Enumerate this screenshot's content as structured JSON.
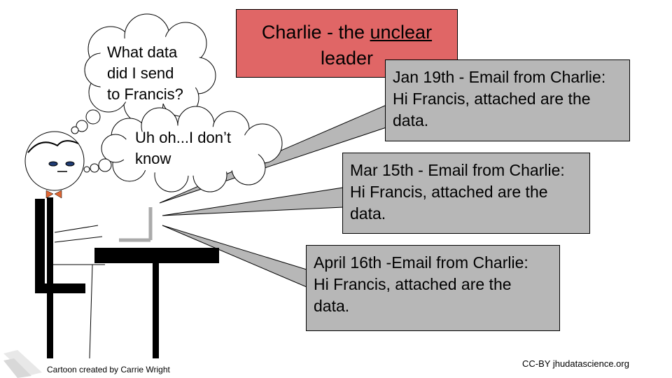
{
  "title": {
    "line1_prefix": "Charlie - the ",
    "line1_emphasis": "unclear",
    "line2": "leader"
  },
  "thoughts": [
    {
      "lines": [
        "What data",
        "did I send",
        "to Francis?"
      ]
    },
    {
      "lines": [
        "Uh oh...I don’t",
        "know"
      ]
    }
  ],
  "emails": [
    {
      "lines": [
        "Jan 19th - Email from Charlie:",
        "Hi Francis, attached are the",
        "data."
      ]
    },
    {
      "lines": [
        "Mar 15th - Email from Charlie:",
        "Hi Francis, attached are the",
        "data."
      ]
    },
    {
      "lines": [
        "April 16th -Email from Charlie:",
        "Hi Francis, attached are the",
        "data."
      ]
    }
  ],
  "footer": {
    "credit": "Cartoon created by Carrie Wright",
    "license": "CC-BY jhudatascience.org"
  },
  "colors": {
    "title_background": "#e06666",
    "email_background": "#b7b7b7",
    "bow_tie": "#e06633"
  }
}
